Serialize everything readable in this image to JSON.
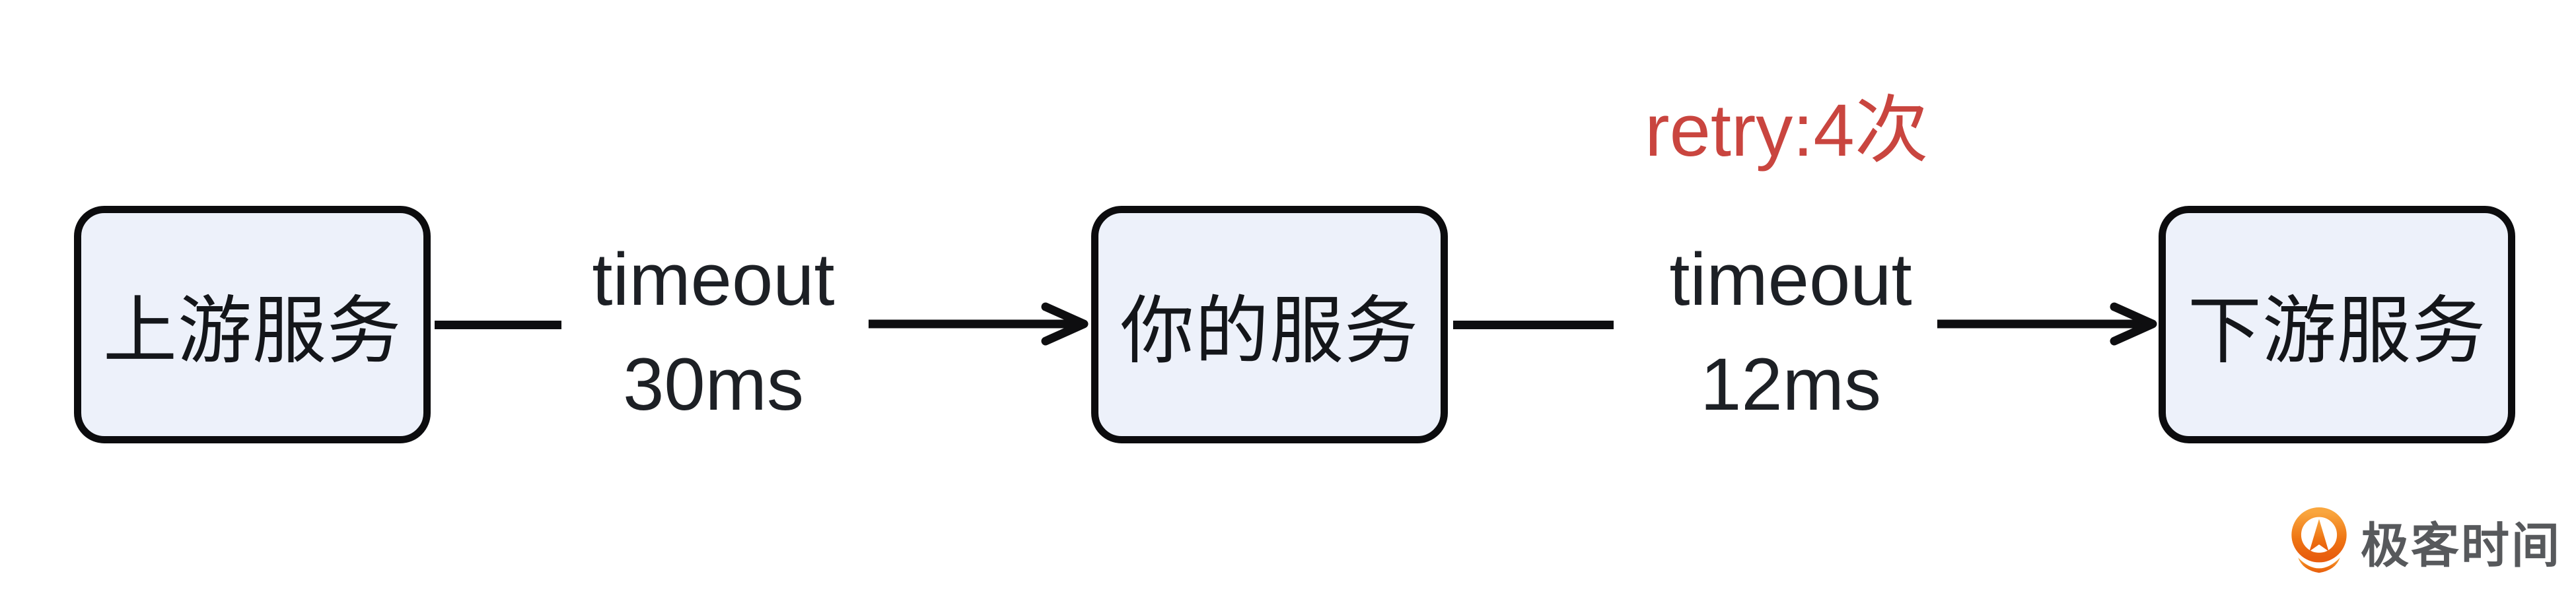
{
  "diagram": {
    "nodes": [
      {
        "id": "upstream",
        "label": "上游服务"
      },
      {
        "id": "you",
        "label": "你的服务"
      },
      {
        "id": "downstream",
        "label": "下游服务"
      }
    ],
    "edges": [
      {
        "from": "上游服务",
        "to": "你的服务",
        "label": "timeout",
        "value": "30ms"
      },
      {
        "from": "你的服务",
        "to": "下游服务",
        "label": "timeout",
        "value": "12ms",
        "annotation": "retry:4次"
      }
    ]
  },
  "colors": {
    "node_fill": "#edf1fa",
    "node_border": "#0c0c0e",
    "connector": "#0e0e10",
    "text": "#1d2025",
    "annotation_red": "#c9453f",
    "logo_orange_top": "#f9a63e",
    "logo_orange_bottom": "#e85d0e",
    "logo_text_gray": "#57595c"
  },
  "watermark": {
    "brand": "极客时间",
    "icon": "geektime-q-icon"
  }
}
